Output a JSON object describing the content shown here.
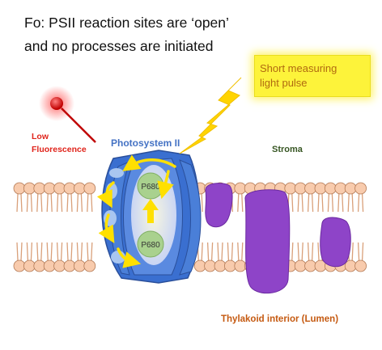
{
  "heading": {
    "line1": "Fo: PSII reaction sites are ‘open’",
    "line2": "and no processes are initiated"
  },
  "callout": {
    "line1": "Short measuring",
    "line2": "light pulse"
  },
  "labels": {
    "low_fluorescence_line1": "Low",
    "low_fluorescence_line2": "Fluorescence",
    "photosystem": "Photosystem II",
    "stroma": "Stroma",
    "lumen": "Thylakoid interior (Lumen)",
    "p680_top": "P680",
    "p680_bottom": "P680"
  },
  "colors": {
    "heading_text": "#111111",
    "callout_fill": "#fdf33a",
    "callout_text": "#b06a10",
    "lightning": "#ffd400",
    "low_fluorescence": "#e0241b",
    "photosystem_label": "#4472c4",
    "photosystem_body": "#3a6fd0",
    "p680_circle": "#a9d18e",
    "arrow_yellow": "#ffe000",
    "lipid_head": "#f8cbad",
    "protein_purple": "#8e44c8",
    "stroma_label": "#375623",
    "lumen_label": "#c55a11"
  },
  "icons": {
    "bulb": "red-light-bulb-icon",
    "bolt": "lightning-bolt-icon"
  }
}
